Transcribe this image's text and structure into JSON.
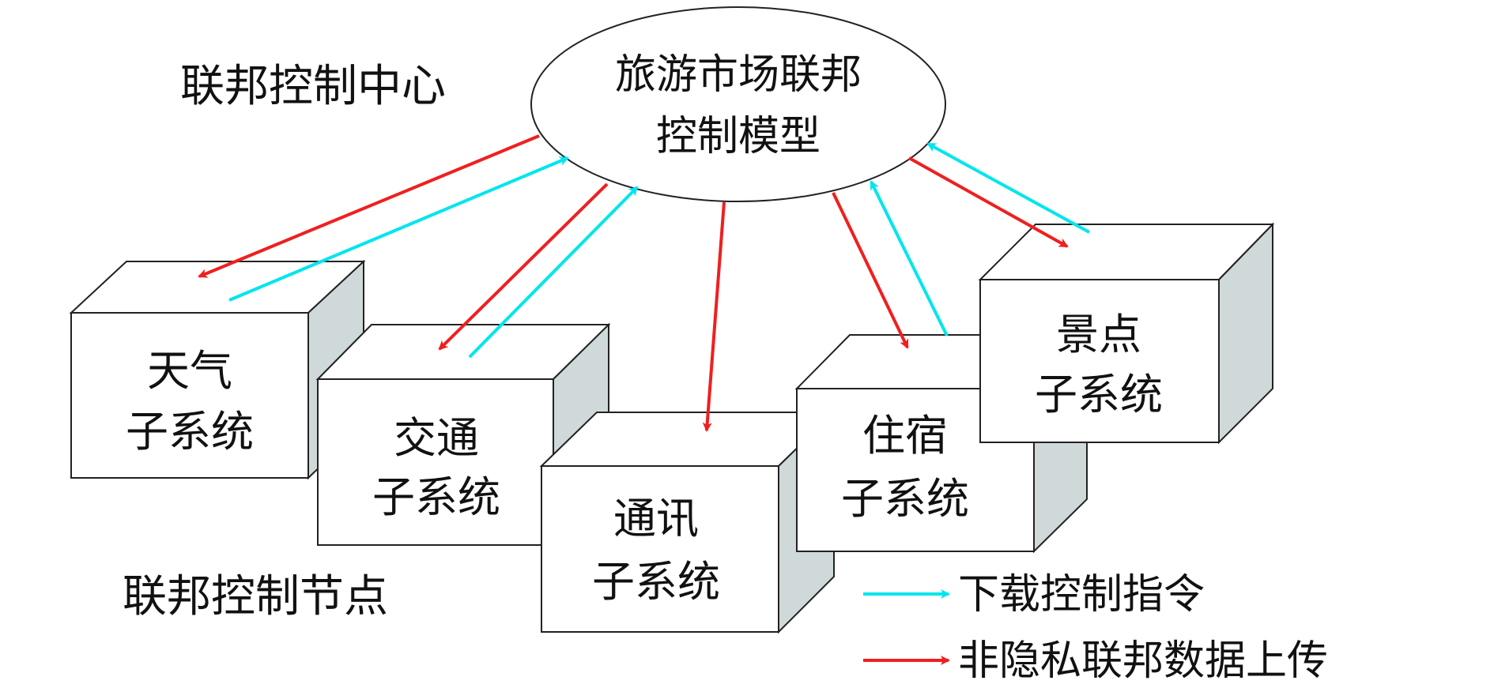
{
  "colors": {
    "download_arrow": "#00e5ee",
    "upload_arrow": "#f01f1f",
    "box_front": "#ffffff",
    "box_side": "#cfd9d9",
    "box_top": "#ffffff",
    "outline": "#222222"
  },
  "labels": {
    "control_center": "联邦控制中心",
    "control_nodes": "联邦控制节点"
  },
  "center": {
    "line1": "旅游市场联邦",
    "line2": "控制模型"
  },
  "subsystems": {
    "weather": {
      "line1": "天气",
      "line2": "子系统"
    },
    "traffic": {
      "line1": "交通",
      "line2": "子系统"
    },
    "telecom": {
      "line1": "通讯",
      "line2": "子系统"
    },
    "lodging": {
      "line1": "住宿",
      "line2": "子系统"
    },
    "scenic": {
      "line1": "景点",
      "line2": "子系统"
    }
  },
  "legend": {
    "download": "下载控制指令",
    "upload": "非隐私联邦数据上传"
  }
}
